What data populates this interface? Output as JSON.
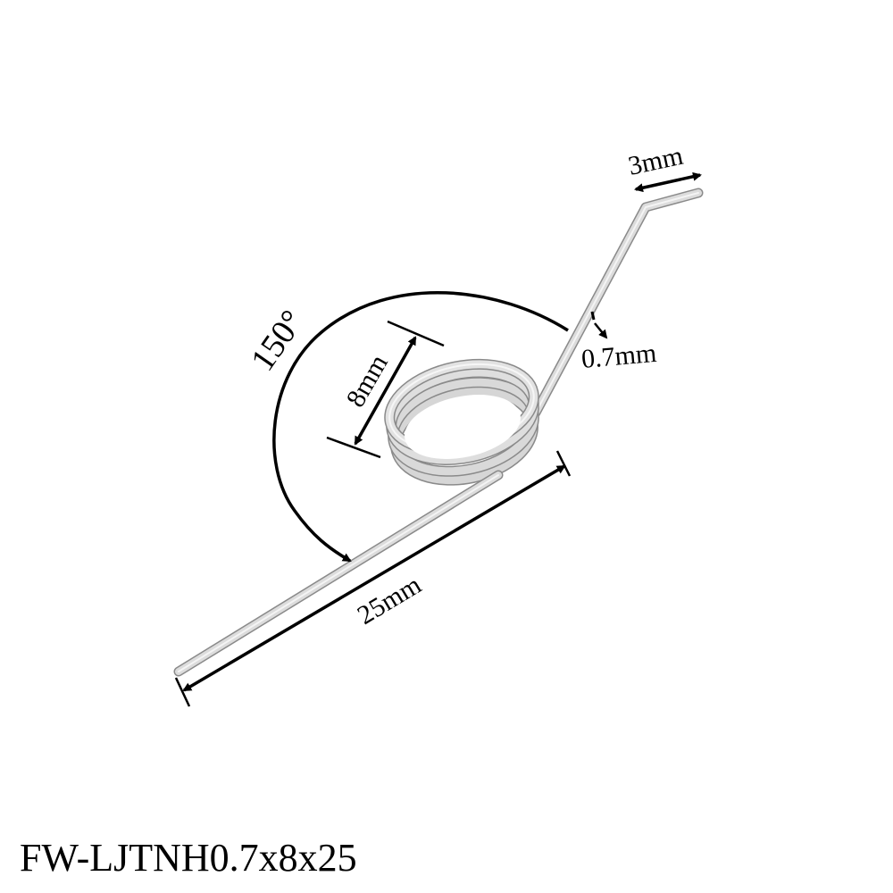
{
  "product": {
    "model_code": "FW-LJTNH0.7x8x25"
  },
  "dimensions": {
    "leg_end_length": "3mm",
    "wire_diameter": "0.7mm",
    "coil_inner_diameter": "8mm",
    "leg_length": "25mm",
    "leg_angle": "150°"
  },
  "colors": {
    "wire_outline": "#8a8a8a",
    "wire_fill": "#d9d9d9",
    "wire_highlight": "#f2f2f2",
    "annotation": "#000000",
    "background": "#ffffff"
  }
}
